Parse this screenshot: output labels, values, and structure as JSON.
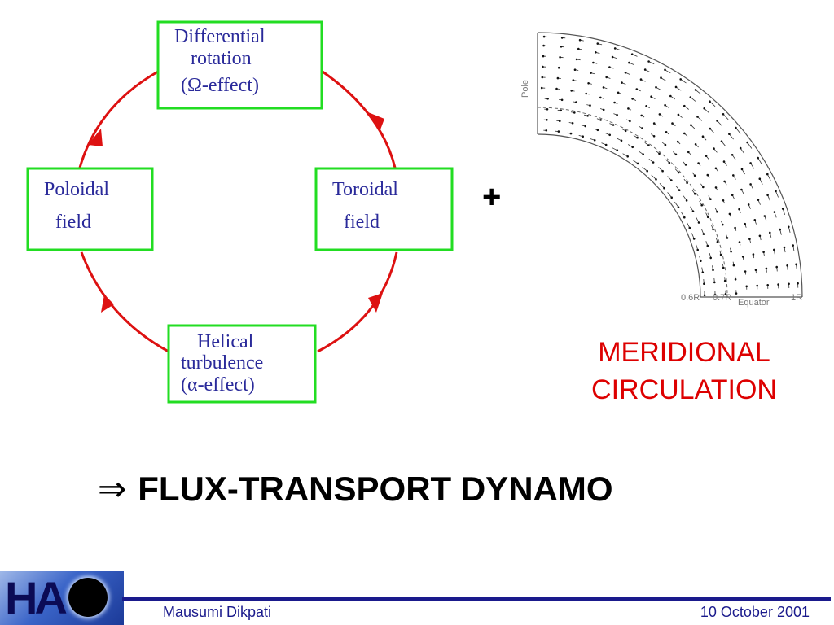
{
  "cycle_diagram": {
    "differential_rotation": [
      "Differential",
      "rotation",
      "(Ω-effect)"
    ],
    "poloidal": [
      "Poloidal",
      "field"
    ],
    "toroidal": [
      "Toroidal",
      "field"
    ],
    "helical": [
      "Helical",
      "turbulence",
      "(α-effect)"
    ],
    "box_border_color": "#22dd22",
    "arrow_color": "#dd1111",
    "text_color": "#2a2a9a"
  },
  "plus_sign": "+",
  "meridional_plot": {
    "pole_label": "Pole",
    "equator_label": "Equator",
    "radius_labels": [
      "0.6R",
      "0.7R",
      "1R"
    ]
  },
  "meridional_title": [
    "MERIDIONAL",
    "CIRCULATION"
  ],
  "headline": {
    "arrow": "⇒",
    "text": "FLUX-TRANSPORT DYNAMO"
  },
  "footer": {
    "logo_text": "HA",
    "author": "Mausumi Dikpati",
    "date": "10 October 2001",
    "line_color": "#1a1a8c"
  }
}
